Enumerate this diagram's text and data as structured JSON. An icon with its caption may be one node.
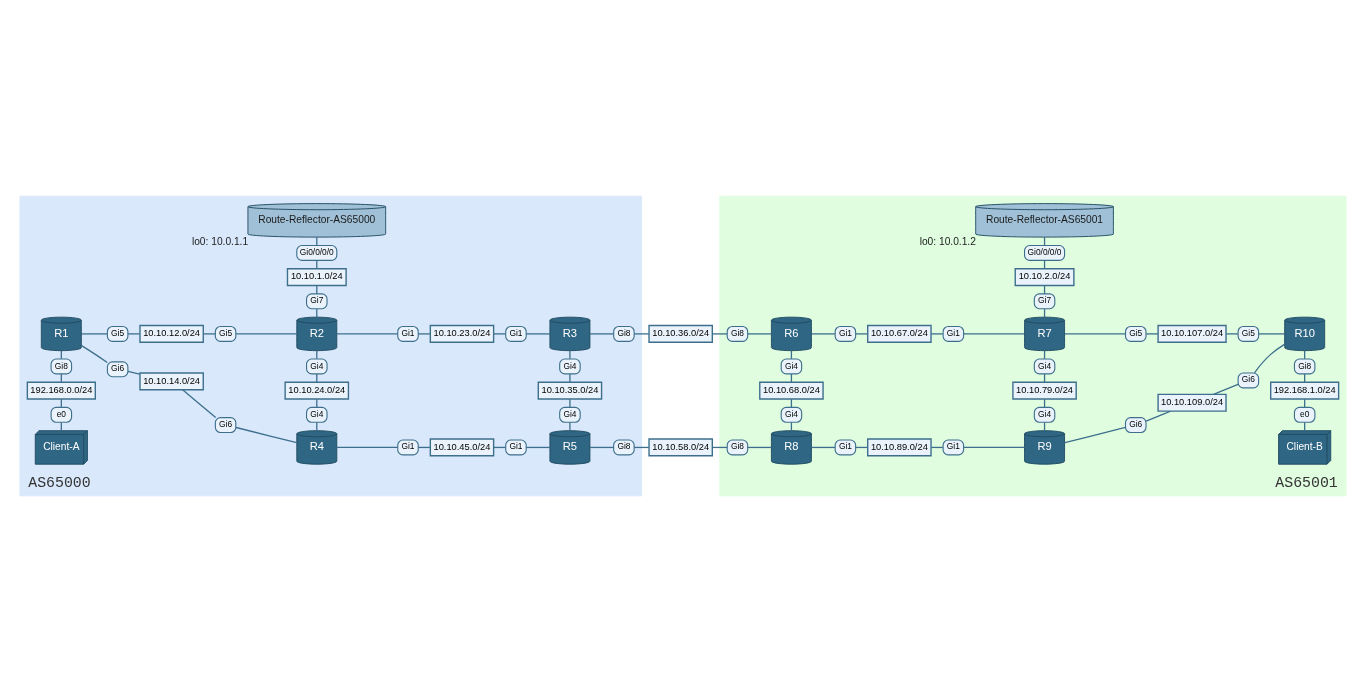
{
  "diagram": {
    "nodes": [
      {
        "text": [
          "AS65000"
        ]
      },
      {
        "text": [
          "AS65001"
        ]
      },
      {
        "text": [
          "Route-Reflector-AS65000"
        ],
        "beside": [
          "lo0: 10.0.1.1"
        ],
        "in": 0
      },
      {
        "text": [
          "Route-Reflector-AS65001"
        ],
        "beside": [
          "lo0: 10.0.1.2"
        ],
        "in": 1
      },
      {
        "text": [
          "R1"
        ],
        "in": 0
      },
      {
        "text": [
          "R2"
        ],
        "in": 0
      },
      {
        "text": [
          "R3"
        ],
        "in": 0
      },
      {
        "text": [
          "R4"
        ],
        "in": 0
      },
      {
        "text": [
          "R5"
        ],
        "in": 0
      },
      {
        "text": [
          "R6"
        ],
        "in": 1
      },
      {
        "text": [
          "R7"
        ],
        "in": 1
      },
      {
        "text": [
          "R8"
        ],
        "in": 1
      },
      {
        "text": [
          "R9"
        ],
        "in": 1
      },
      {
        "text": [
          "R10"
        ],
        "in": 1
      },
      {
        "text": [
          "Client-A"
        ],
        "in": 0
      },
      {
        "text": [
          "Client-B"
        ],
        "in": 1
      },
      {
        "text": [
          "Gi0/0/0/0"
        ],
        "in": 0
      },
      {
        "text": [
          "10.10.1.0/24"
        ],
        "in": 0
      },
      {
        "text": [
          "Gi7"
        ],
        "in": 0
      },
      {
        "text": [
          "Gi5"
        ],
        "in": 0
      },
      {
        "text": [
          "10.10.12.0/24"
        ],
        "in": 0
      },
      {
        "text": [
          "Gi5"
        ],
        "in": 0
      },
      {
        "text": [
          "Gi6"
        ],
        "in": 0
      },
      {
        "text": [
          "10.10.14.0/24"
        ],
        "in": 0
      },
      {
        "text": [
          "Gi6"
        ],
        "in": 0
      },
      {
        "text": [
          "Gi8"
        ],
        "in": 0
      },
      {
        "text": [
          "192.168.0.0/24"
        ],
        "in": 0
      },
      {
        "text": [
          "e0"
        ],
        "in": 0
      },
      {
        "text": [
          "Gi1"
        ],
        "in": 0
      },
      {
        "text": [
          "10.10.23.0/24"
        ],
        "in": 0
      },
      {
        "text": [
          "Gi1"
        ],
        "in": 0
      },
      {
        "text": [
          "Gi4"
        ],
        "in": 0
      },
      {
        "text": [
          "10.10.24.0/24"
        ],
        "in": 0
      },
      {
        "text": [
          "Gi4"
        ],
        "in": 0
      },
      {
        "text": [
          "Gi4"
        ],
        "in": 0
      },
      {
        "text": [
          "10.10.35.0/24"
        ],
        "in": 0
      },
      {
        "text": [
          "Gi4"
        ],
        "in": 0
      },
      {
        "text": [
          "Gi1"
        ],
        "in": 0
      },
      {
        "text": [
          "10.10.45.0/24"
        ],
        "in": 0
      },
      {
        "text": [
          "Gi1"
        ],
        "in": 0
      },
      {
        "text": [
          "Gi8"
        ],
        "in": 0
      },
      {
        "text": [
          "10.10.36.0/24"
        ]
      },
      {
        "text": [
          "Gi8"
        ],
        "in": 1
      },
      {
        "text": [
          "Gi8"
        ],
        "in": 0
      },
      {
        "text": [
          "10.10.58.0/24"
        ]
      },
      {
        "text": [
          "Gi8"
        ],
        "in": 1
      },
      {
        "text": [
          "Gi0/0/0/0"
        ],
        "in": 1
      },
      {
        "text": [
          "10.10.2.0/24"
        ],
        "in": 1
      },
      {
        "text": [
          "Gi7"
        ],
        "in": 1
      },
      {
        "text": [
          "Gi1"
        ],
        "in": 1
      },
      {
        "text": [
          "10.10.67.0/24"
        ],
        "in": 1
      },
      {
        "text": [
          "Gi1"
        ],
        "in": 1
      },
      {
        "text": [
          "Gi4"
        ],
        "in": 1
      },
      {
        "text": [
          "10.10.68.0/24"
        ],
        "in": 1
      },
      {
        "text": [
          "Gi4"
        ],
        "in": 1
      },
      {
        "text": [
          "Gi4"
        ],
        "in": 1
      },
      {
        "text": [
          "10.10.79.0/24"
        ],
        "in": 1
      },
      {
        "text": [
          "Gi4"
        ],
        "in": 1
      },
      {
        "text": [
          "Gi1"
        ],
        "in": 1
      },
      {
        "text": [
          "10.10.89.0/24"
        ],
        "in": 1
      },
      {
        "text": [
          "Gi1"
        ],
        "in": 1
      },
      {
        "text": [
          "Gi5"
        ],
        "in": 1
      },
      {
        "text": [
          "10.10.107.0/24"
        ],
        "in": 1
      },
      {
        "text": [
          "Gi5"
        ],
        "in": 1
      },
      {
        "text": [
          "Gi6"
        ],
        "in": 1
      },
      {
        "text": [
          "10.10.109.0/24"
        ],
        "in": 1
      },
      {
        "text": [
          "Gi6"
        ],
        "in": 1
      },
      {
        "text": [
          "Gi8"
        ],
        "in": 1
      },
      {
        "text": [
          "192.168.1.0/24"
        ],
        "in": 1
      },
      {
        "text": [
          "e0"
        ],
        "in": 1
      }
    ],
    "edges": [
      {
        "from": 5,
        "to": 18,
        "arrow": "none"
      },
      {
        "from": 18,
        "to": 17,
        "arrow": "none"
      },
      {
        "from": 17,
        "to": 16,
        "arrow": "none"
      },
      {
        "from": 16,
        "to": 2,
        "arrow": "none"
      },
      {
        "from": 4,
        "to": 19,
        "arrow": "none"
      },
      {
        "from": 19,
        "to": 20,
        "arrow": "none"
      },
      {
        "from": 20,
        "to": 21,
        "arrow": "none"
      },
      {
        "from": 21,
        "to": 5,
        "arrow": "none"
      },
      {
        "from": 4,
        "to": 22,
        "arrow": "none"
      },
      {
        "from": 22,
        "to": 23,
        "arrow": "none"
      },
      {
        "from": 23,
        "to": 24,
        "arrow": "none"
      },
      {
        "from": 24,
        "to": 7,
        "arrow": "none"
      },
      {
        "from": 14,
        "to": 27,
        "arrow": "none"
      },
      {
        "from": 27,
        "to": 26,
        "arrow": "none"
      },
      {
        "from": 26,
        "to": 25,
        "arrow": "none"
      },
      {
        "from": 25,
        "to": 4,
        "arrow": "none"
      },
      {
        "from": 5,
        "to": 28,
        "arrow": "none"
      },
      {
        "from": 28,
        "to": 29,
        "arrow": "none"
      },
      {
        "from": 29,
        "to": 30,
        "arrow": "none"
      },
      {
        "from": 30,
        "to": 6,
        "arrow": "none"
      },
      {
        "from": 7,
        "to": 33,
        "arrow": "none"
      },
      {
        "from": 33,
        "to": 32,
        "arrow": "none"
      },
      {
        "from": 32,
        "to": 31,
        "arrow": "none"
      },
      {
        "from": 31,
        "to": 5,
        "arrow": "none"
      },
      {
        "from": 8,
        "to": 36,
        "arrow": "none"
      },
      {
        "from": 36,
        "to": 35,
        "arrow": "none"
      },
      {
        "from": 35,
        "to": 34,
        "arrow": "none"
      },
      {
        "from": 34,
        "to": 6,
        "arrow": "none"
      },
      {
        "from": 7,
        "to": 37,
        "arrow": "none"
      },
      {
        "from": 37,
        "to": 38,
        "arrow": "none"
      },
      {
        "from": 38,
        "to": 39,
        "arrow": "none"
      },
      {
        "from": 39,
        "to": 8,
        "arrow": "none"
      },
      {
        "from": 6,
        "to": 40,
        "arrow": "none"
      },
      {
        "from": 40,
        "to": 41,
        "arrow": "none"
      },
      {
        "from": 41,
        "to": 42,
        "arrow": "none"
      },
      {
        "from": 42,
        "to": 9,
        "arrow": "none"
      },
      {
        "from": 8,
        "to": 43,
        "arrow": "none"
      },
      {
        "from": 43,
        "to": 44,
        "arrow": "none"
      },
      {
        "from": 44,
        "to": 45,
        "arrow": "none"
      },
      {
        "from": 45,
        "to": 11,
        "arrow": "none"
      },
      {
        "from": 10,
        "to": 48,
        "arrow": "none"
      },
      {
        "from": 48,
        "to": 47,
        "arrow": "none"
      },
      {
        "from": 47,
        "to": 46,
        "arrow": "none"
      },
      {
        "from": 46,
        "to": 3,
        "arrow": "none"
      },
      {
        "from": 9,
        "to": 49,
        "arrow": "none"
      },
      {
        "from": 49,
        "to": 50,
        "arrow": "none"
      },
      {
        "from": 50,
        "to": 51,
        "arrow": "none"
      },
      {
        "from": 51,
        "to": 10,
        "arrow": "none"
      },
      {
        "from": 11,
        "to": 54,
        "arrow": "none"
      },
      {
        "from": 54,
        "to": 53,
        "arrow": "none"
      },
      {
        "from": 53,
        "to": 52,
        "arrow": "none"
      },
      {
        "from": 52,
        "to": 9,
        "arrow": "none"
      },
      {
        "from": 12,
        "to": 57,
        "arrow": "none"
      },
      {
        "from": 57,
        "to": 56,
        "arrow": "none"
      },
      {
        "from": 56,
        "to": 55,
        "arrow": "none"
      },
      {
        "from": 55,
        "to": 10,
        "arrow": "none"
      },
      {
        "from": 11,
        "to": 58,
        "arrow": "none"
      },
      {
        "from": 58,
        "to": 59,
        "arrow": "none"
      },
      {
        "from": 59,
        "to": 60,
        "arrow": "none"
      },
      {
        "from": 60,
        "to": 12,
        "arrow": "none"
      },
      {
        "from": 10,
        "to": 61,
        "arrow": "none"
      },
      {
        "from": 61,
        "to": 62,
        "arrow": "none"
      },
      {
        "from": 62,
        "to": 63,
        "arrow": "none"
      },
      {
        "from": 63,
        "to": 13,
        "arrow": "none"
      },
      {
        "from": 12,
        "to": 64,
        "arrow": "none"
      },
      {
        "from": 64,
        "to": 65,
        "arrow": "none"
      },
      {
        "from": 65,
        "to": 66,
        "arrow": "none"
      },
      {
        "from": 66,
        "to": 13,
        "arrow": "none"
      },
      {
        "from": 15,
        "to": 69,
        "arrow": "none"
      },
      {
        "from": 69,
        "to": 68,
        "arrow": "none"
      },
      {
        "from": 68,
        "to": 67,
        "arrow": "none"
      },
      {
        "from": 67,
        "to": 13,
        "arrow": "none"
      }
    ]
  }
}
